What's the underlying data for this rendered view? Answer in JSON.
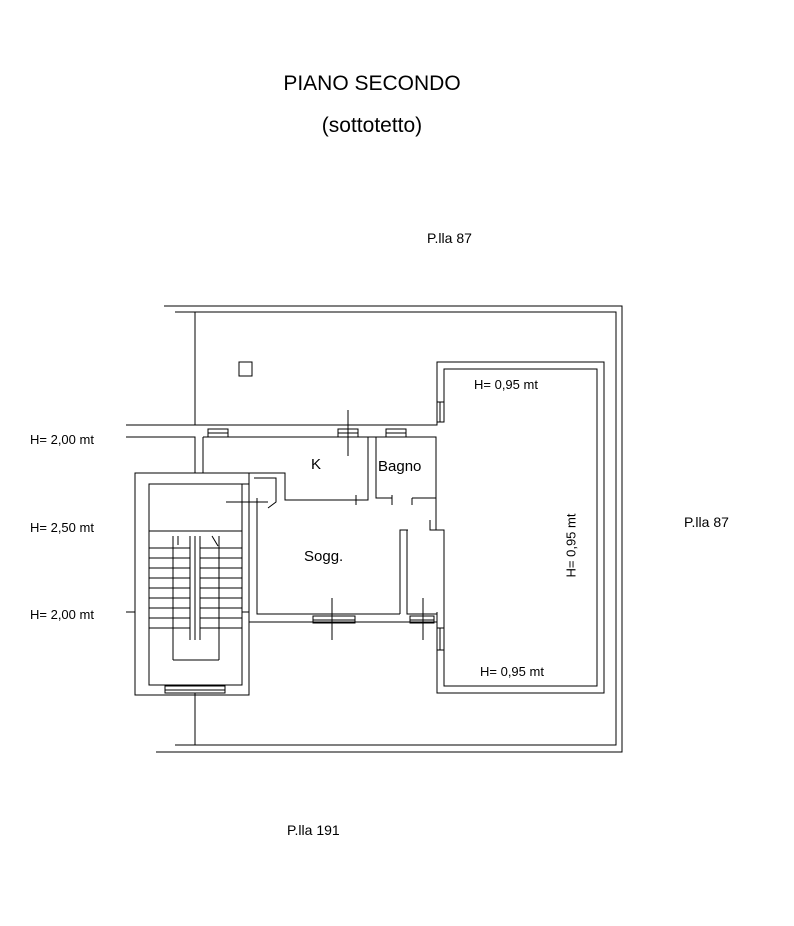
{
  "title": "PIANO SECONDO",
  "subtitle": "(sottotetto)",
  "parcels": {
    "top": "P.lla 87",
    "right": "P.lla 87",
    "bottom": "P.lla 191"
  },
  "rooms": {
    "kitchen": "K",
    "bathroom": "Bagno",
    "living": "Sogg."
  },
  "heights": {
    "left_upper": "H= 2,00 mt",
    "left_middle": "H= 2,50 mt",
    "left_lower": "H= 2,00 mt",
    "attic_top": "H= 0,95 mt",
    "attic_side": "H= 0,95 mt",
    "attic_bottom": "H= 0,95 mt"
  }
}
